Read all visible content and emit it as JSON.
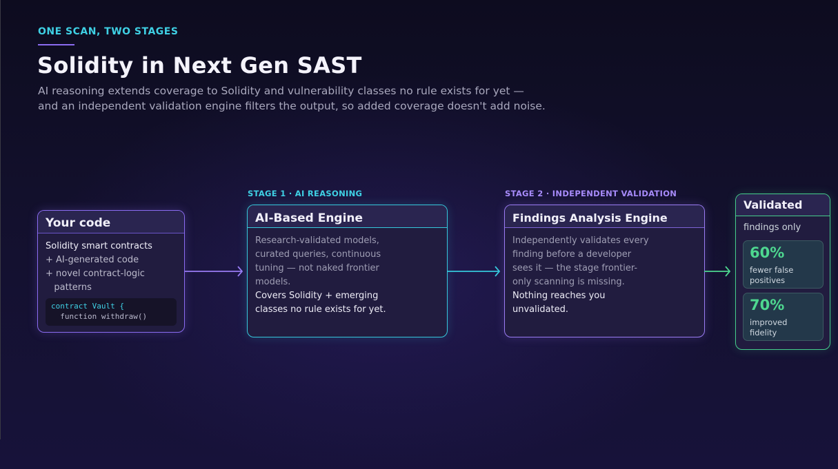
{
  "header": {
    "eyebrow": "ONE SCAN, TWO STAGES",
    "title": "Solidity in Next Gen SAST",
    "subtitle_lines": [
      "AI reasoning extends coverage to Solidity and vulnerability classes no rule exists for yet —",
      "and an independent validation engine filters the output, so added coverage doesn't add noise."
    ]
  },
  "input_box": {
    "title": "Your code",
    "lines": [
      "Solidity smart contracts",
      "+ AI-generated code",
      "+ novel contract-logic",
      "   patterns"
    ],
    "code_lines": [
      "contract Vault {",
      "  function withdraw()"
    ]
  },
  "stage1": {
    "label": "STAGE 1 · AI REASONING",
    "title": "AI-Based Engine",
    "muted_lines": [
      "Research-validated models,",
      "curated queries, continuous",
      "tuning — not naked frontier",
      "models."
    ],
    "bright_lines": [
      "Covers Solidity + emerging",
      "classes no rule exists for yet."
    ]
  },
  "stage2": {
    "label": "STAGE 2 · INDEPENDENT VALIDATION",
    "title": "Findings Analysis Engine",
    "muted_lines": [
      "Independently validates every",
      "finding before a developer",
      "sees it — the stage frontier-",
      "only scanning is missing."
    ],
    "bright_lines": [
      "Nothing reaches you",
      "unvalidated."
    ]
  },
  "output_box": {
    "title": "Validated",
    "subtitle": "findings only",
    "stats": [
      {
        "value": "60%",
        "label_lines": [
          "fewer false",
          "positives"
        ]
      },
      {
        "value": "70%",
        "label_lines": [
          "improved",
          "fidelity"
        ]
      }
    ]
  },
  "colors": {
    "cyan": "#3fd0e4",
    "violet": "#a78bfa",
    "green": "#4ed890",
    "background": "#0f0d24"
  },
  "icons": {
    "arrow_1": "right-arrow-icon",
    "arrow_2": "right-arrow-icon",
    "arrow_3": "right-arrow-icon"
  }
}
